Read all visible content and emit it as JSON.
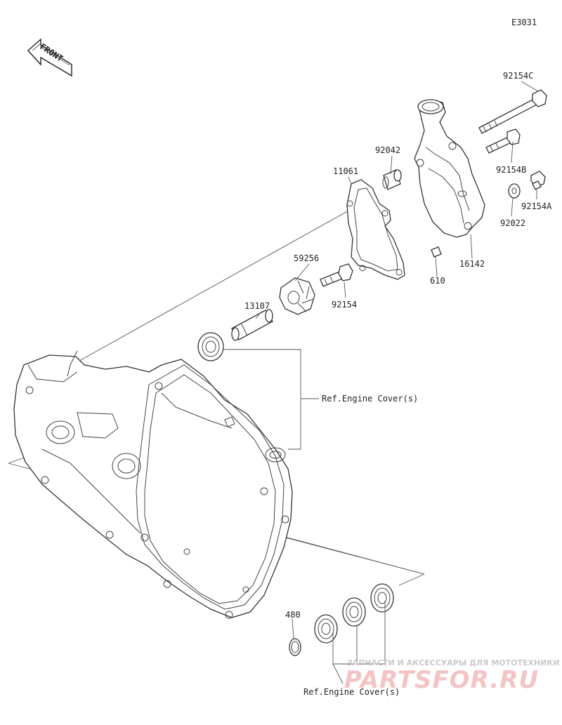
{
  "diagram_code": "E3031",
  "front_label": "FRONT",
  "parts": {
    "p92154C": "92154C",
    "p92154B": "92154B",
    "p92154A": "92154A",
    "p92042": "92042",
    "p11061": "11061",
    "p92022": "92022",
    "p16142": "16142",
    "p610": "610",
    "p59256": "59256",
    "p13107": "13107",
    "p92154": "92154",
    "p480": "480"
  },
  "refs": {
    "upper": "Ref.Engine Cover(s)",
    "lower": "Ref.Engine Cover(s)"
  },
  "watermark": {
    "tagline": "ЗАПЧАСТИ И АКСЕССУАРЫ ДЛЯ МОТОТЕХНИКИ",
    "logo": "PARTSFOR.RU"
  }
}
